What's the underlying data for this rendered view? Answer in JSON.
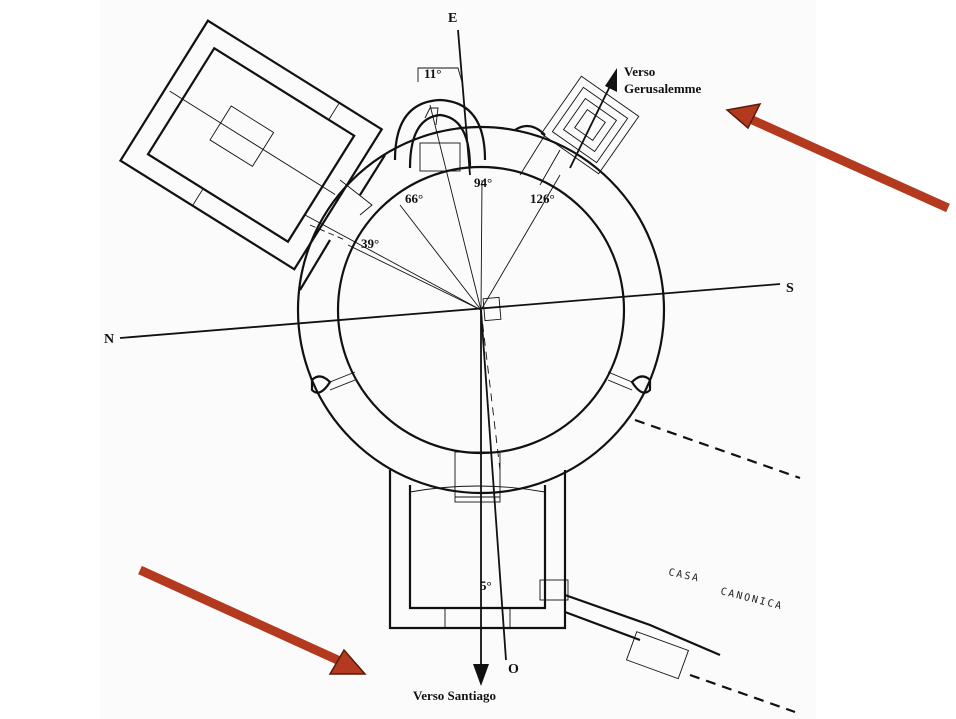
{
  "labels": {
    "east": "E",
    "south": "S",
    "north": "N",
    "west": "O",
    "angle_11": "11°",
    "angle_66": "66°",
    "angle_94": "94°",
    "angle_126": "126°",
    "angle_39": "39°",
    "angle_5": "5°",
    "verso_line1": "Verso",
    "verso_line2": "Gerusalemme",
    "verso_santiago": "Verso Santiago",
    "casa": "CASA",
    "canonica": "CANONICA"
  },
  "colors": {
    "arrow": "#b33a1f",
    "ink": "#111111",
    "paper": "#ffffff"
  }
}
